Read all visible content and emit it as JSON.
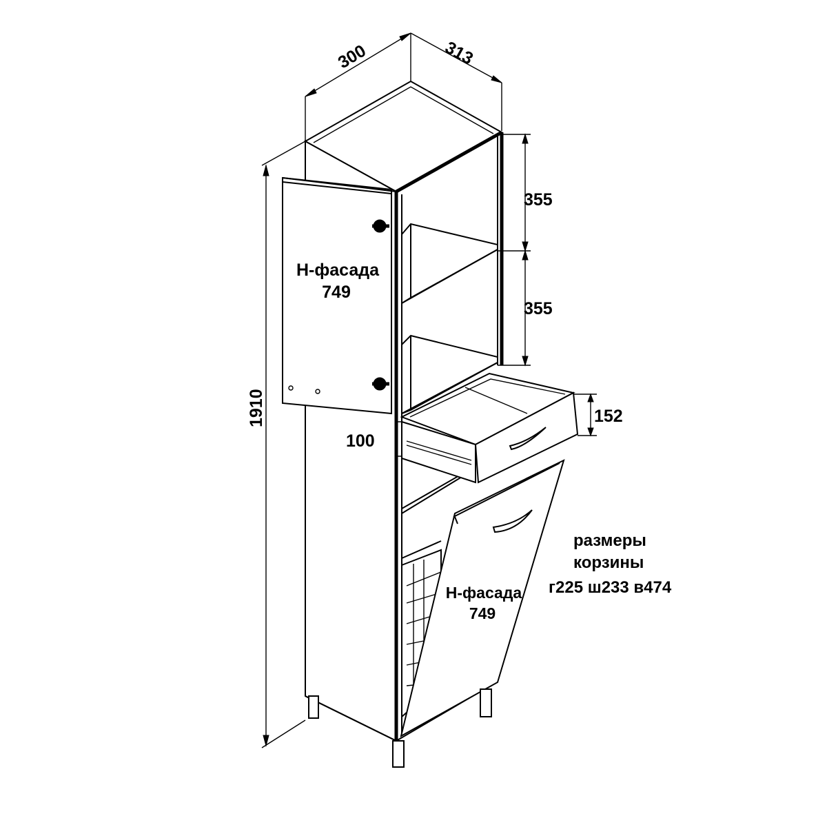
{
  "dimensions": {
    "depth": "300",
    "width": "313",
    "height": "1910",
    "shelf_upper": "355",
    "shelf_lower": "355",
    "drawer_front": "152",
    "drawer_gap": "100"
  },
  "labels": {
    "upper_door_line1": "Н-фасада",
    "upper_door_line2": "749",
    "lower_door_line1": "Н-фасада",
    "lower_door_line2": "749",
    "basket_line1": "размеры",
    "basket_line2": "корзины",
    "basket_line3": "г225 ш233 в474"
  }
}
